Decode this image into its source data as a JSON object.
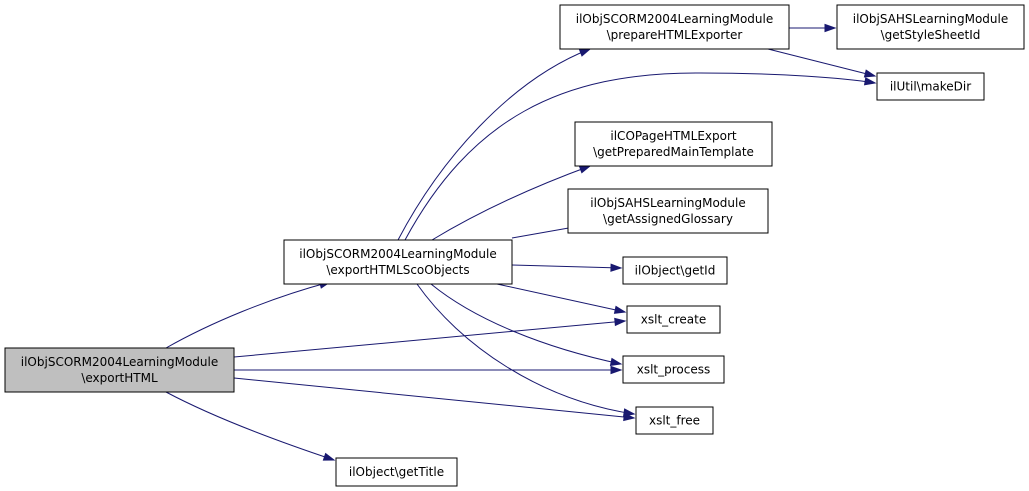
{
  "graph": {
    "colors": {
      "edge": "#191970",
      "node_fill": "#ffffff",
      "current_fill": "#bfbfbf",
      "border": "#000000"
    },
    "nodes": [
      {
        "id": "exportHTML",
        "lines": [
          "ilObjSCORM2004LearningModule",
          "\\exportHTML"
        ],
        "current": true
      },
      {
        "id": "exportHTMLScoObjects",
        "lines": [
          "ilObjSCORM2004LearningModule",
          "\\exportHTMLScoObjects"
        ]
      },
      {
        "id": "getTitle",
        "lines": [
          "ilObject\\getTitle"
        ]
      },
      {
        "id": "prepareHTMLExporter",
        "lines": [
          "ilObjSCORM2004LearningModule",
          "\\prepareHTMLExporter"
        ]
      },
      {
        "id": "makeDir",
        "lines": [
          "ilUtil\\makeDir"
        ]
      },
      {
        "id": "getPreparedMainTemplate",
        "lines": [
          "ilCOPageHTMLExport",
          "\\getPreparedMainTemplate"
        ]
      },
      {
        "id": "getAssignedGlossary",
        "lines": [
          "ilObjSAHSLearningModule",
          "\\getAssignedGlossary"
        ]
      },
      {
        "id": "getId",
        "lines": [
          "ilObject\\getId"
        ]
      },
      {
        "id": "xslt_create",
        "lines": [
          "xslt_create"
        ]
      },
      {
        "id": "xslt_process",
        "lines": [
          "xslt_process"
        ]
      },
      {
        "id": "xslt_free",
        "lines": [
          "xslt_free"
        ]
      },
      {
        "id": "getStyleSheetId",
        "lines": [
          "ilObjSAHSLearningModule",
          "\\getStyleSheetId"
        ]
      }
    ],
    "edges": [
      {
        "from": "exportHTML",
        "to": "exportHTMLScoObjects"
      },
      {
        "from": "exportHTML",
        "to": "getTitle"
      },
      {
        "from": "exportHTML",
        "to": "xslt_create"
      },
      {
        "from": "exportHTML",
        "to": "xslt_process"
      },
      {
        "from": "exportHTML",
        "to": "xslt_free"
      },
      {
        "from": "exportHTMLScoObjects",
        "to": "prepareHTMLExporter"
      },
      {
        "from": "exportHTMLScoObjects",
        "to": "makeDir"
      },
      {
        "from": "exportHTMLScoObjects",
        "to": "getPreparedMainTemplate"
      },
      {
        "from": "exportHTMLScoObjects",
        "to": "getAssignedGlossary"
      },
      {
        "from": "exportHTMLScoObjects",
        "to": "getId"
      },
      {
        "from": "exportHTMLScoObjects",
        "to": "xslt_create"
      },
      {
        "from": "exportHTMLScoObjects",
        "to": "xslt_process"
      },
      {
        "from": "exportHTMLScoObjects",
        "to": "xslt_free"
      },
      {
        "from": "prepareHTMLExporter",
        "to": "getStyleSheetId"
      },
      {
        "from": "prepareHTMLExporter",
        "to": "makeDir"
      }
    ]
  }
}
